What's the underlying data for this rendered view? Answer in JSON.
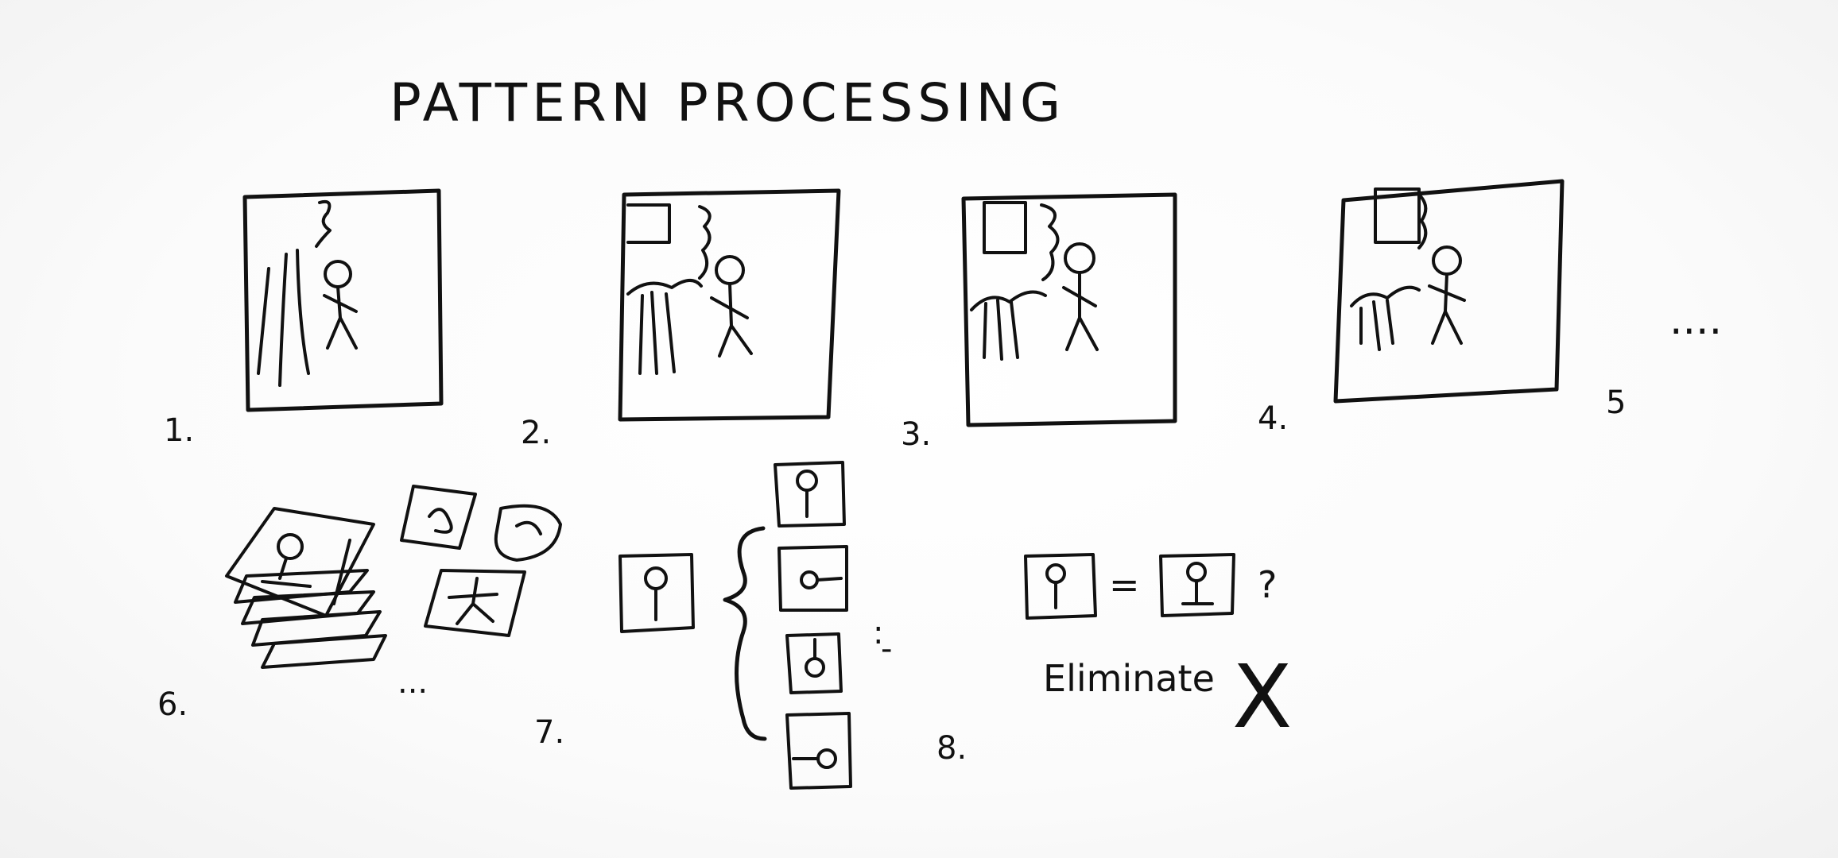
{
  "title": "PATTERN PROCESSING",
  "frames": [
    {
      "label": "1."
    },
    {
      "label": "2."
    },
    {
      "label": "3."
    },
    {
      "label": "4."
    }
  ],
  "frame5_label": "5",
  "continuation": "....",
  "pile_label": "6.",
  "pile_ellipsis": "...",
  "comparison": {
    "label": "7.",
    "ellipsis": ":",
    "dash": "-"
  },
  "match": {
    "label": "8.",
    "equals": "=",
    "question": "?",
    "result_text": "Eliminate",
    "result_mark": "X"
  }
}
